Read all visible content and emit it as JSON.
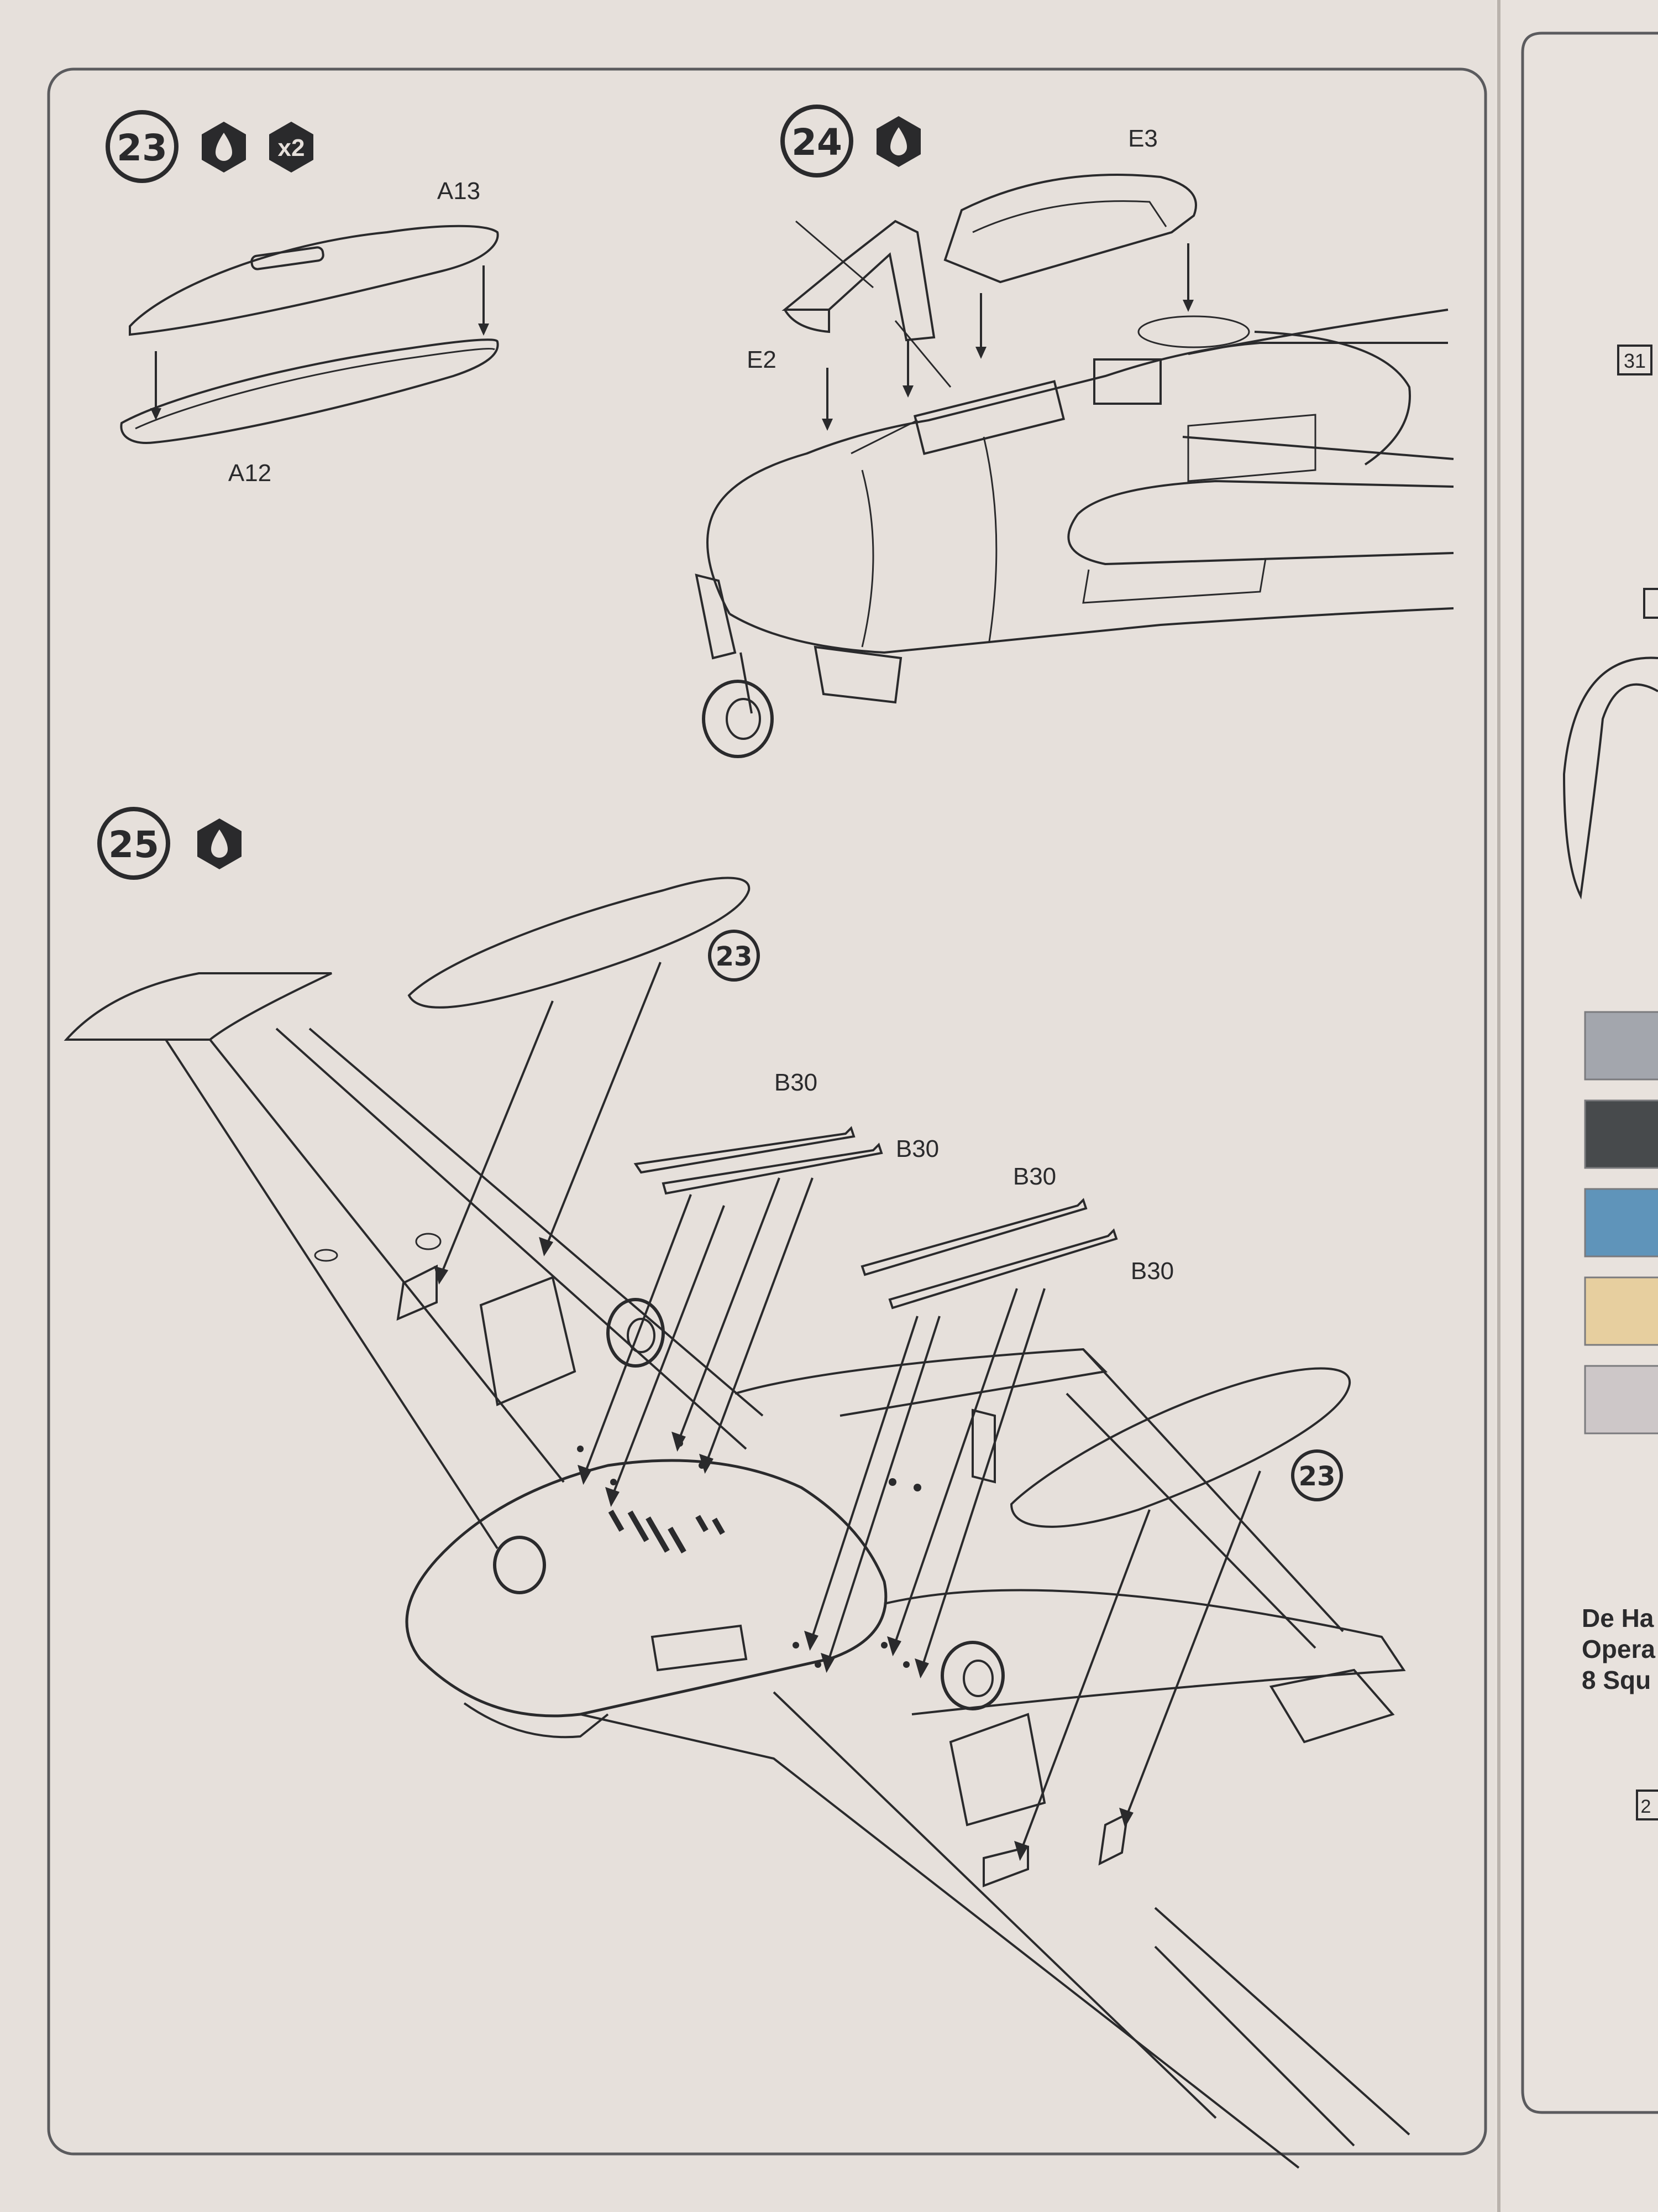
{
  "steps": [
    {
      "number": "23",
      "badges": [
        "glue-icon",
        "x2-badge"
      ],
      "badge_text": "x2",
      "parts": [
        "A13",
        "A12"
      ]
    },
    {
      "number": "24",
      "badges": [
        "glue-icon"
      ],
      "parts": [
        "E3",
        "E2"
      ]
    },
    {
      "number": "25",
      "badges": [
        "glue-icon"
      ],
      "parts": [
        "B30",
        "B30",
        "B30",
        "B30"
      ],
      "subassembly_refs": [
        "23",
        "23"
      ]
    }
  ],
  "next_page": {
    "step_ref": "31",
    "color_swatches": [
      "#a3a6ad",
      "#474a4c",
      "#5f94ba",
      "#e7cf9f",
      "#cdc7c8"
    ],
    "caption_lines": [
      "De Ha",
      "Opera",
      "8 Squ"
    ],
    "page_ref": "2"
  },
  "colors": {
    "paper": "#e6e0db",
    "line": "#2a2a2c",
    "background": "#cfc8c2"
  }
}
